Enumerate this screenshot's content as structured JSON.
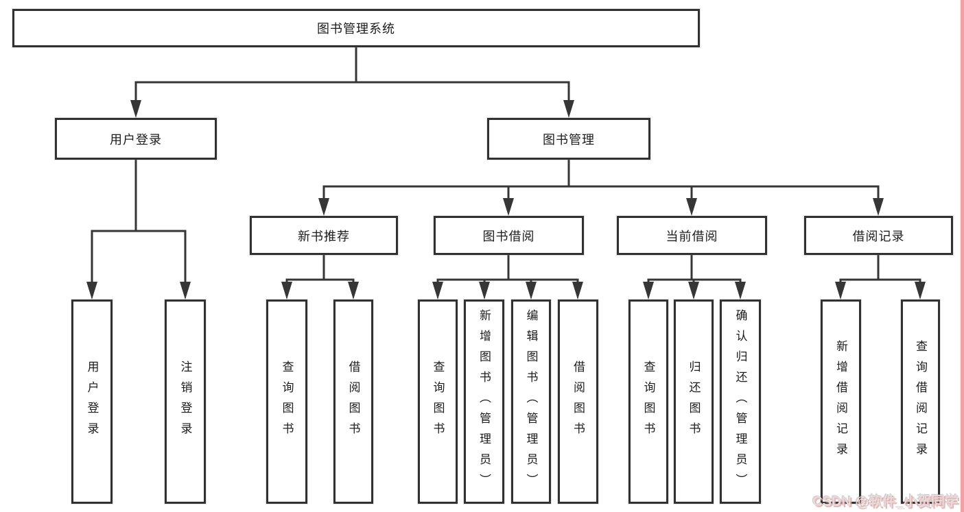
{
  "diagram": {
    "root": {
      "label": "图书管理系统"
    },
    "branches": [
      {
        "label": "用户登录",
        "children": [
          {
            "label": "用户登录"
          },
          {
            "label": "注销登录"
          }
        ]
      },
      {
        "label": "图书管理",
        "children": [
          {
            "label": "新书推荐",
            "children": [
              {
                "label": "查询图书"
              },
              {
                "label": "借阅图书"
              }
            ]
          },
          {
            "label": "图书借阅",
            "children": [
              {
                "label": "查询图书"
              },
              {
                "label": "新增图书（管理员）"
              },
              {
                "label": "编辑图书（管理员）"
              },
              {
                "label": "借阅图书"
              }
            ]
          },
          {
            "label": "当前借阅",
            "children": [
              {
                "label": "查询图书"
              },
              {
                "label": "归还图书"
              },
              {
                "label": "确认归还（管理员）"
              }
            ]
          },
          {
            "label": "借阅记录",
            "children": [
              {
                "label": "新增借阅记录"
              },
              {
                "label": "查询借阅记录"
              }
            ]
          }
        ]
      }
    ]
  },
  "watermark": {
    "text": "CSDN @软件_小贺同学"
  },
  "colors": {
    "line": "#363636",
    "box_border": "#313131",
    "text": "#1c1c1c",
    "background": "#ffffff",
    "watermark_gray": "#dedede",
    "watermark_pink": "#f29696",
    "edge_strip_pink": "#f0a2a2"
  }
}
